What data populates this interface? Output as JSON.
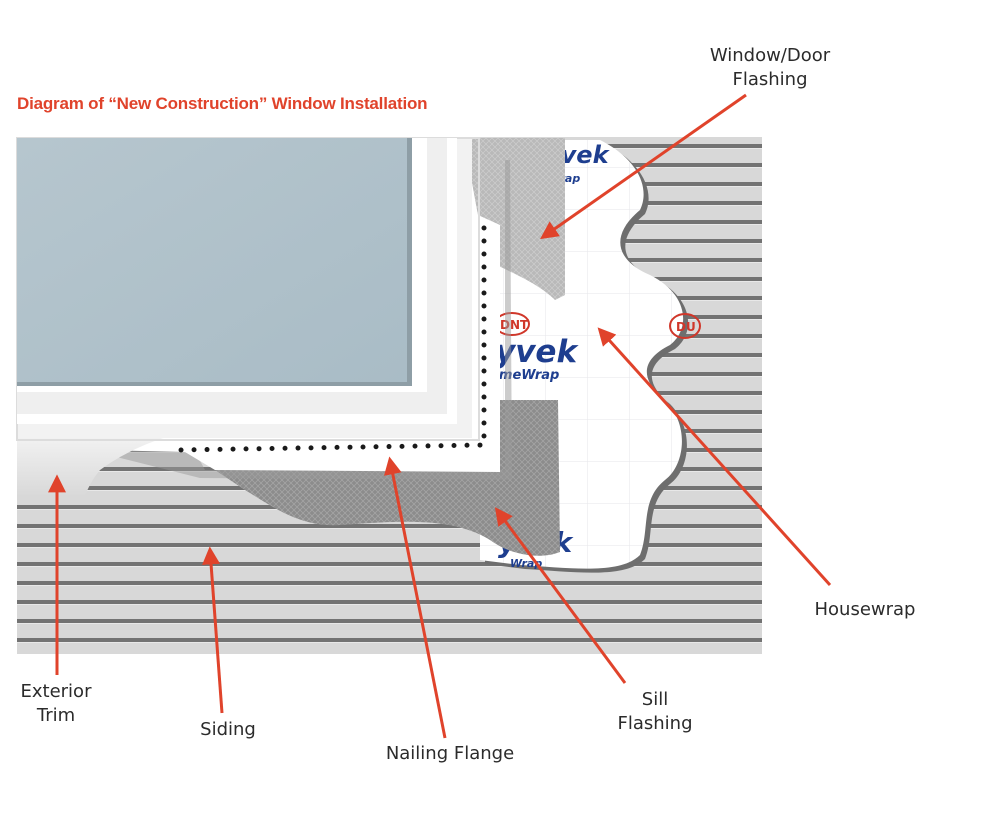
{
  "title": "Diagram of “New Construction” Window Installation",
  "colors": {
    "accent": "#e0432b",
    "siding_base": "#d6d6d6",
    "siding_line": "#7a7a7a",
    "glass": "#b0c2cb",
    "frame": "#ffffff",
    "flashing": "#bdbdbd",
    "sill_flashing": "#8f8f8f",
    "housewrap": "#ffffff",
    "tyvek_blue": "#1e3e8f",
    "dupont_red": "#d0372a"
  },
  "brand": {
    "tyvek": "yvek",
    "tyvek_full": "Tyvek",
    "homewrap": "omeWrap",
    "homewrap_small": "Wrap"
  },
  "labels": {
    "window_door_flashing": [
      "Window/Door",
      "Flashing"
    ],
    "housewrap": [
      "Housewrap"
    ],
    "sill_flashing": [
      "Sill",
      "Flashing"
    ],
    "nailing_flange": [
      "Nailing Flange"
    ],
    "siding": [
      "Siding"
    ],
    "exterior_trim": [
      "Exterior",
      "Trim"
    ]
  }
}
